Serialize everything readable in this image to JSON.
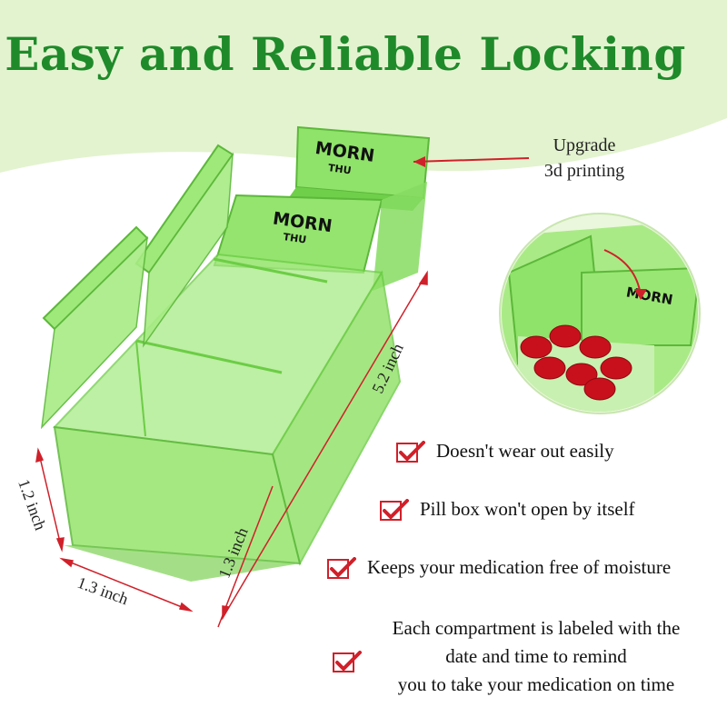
{
  "title": "Easy and Reliable Locking",
  "callout": {
    "line1": "Upgrade",
    "line2": "3d printing"
  },
  "lid_labels": {
    "main": "MORN",
    "sub": "THU"
  },
  "features": [
    "Doesn't wear out easily",
    "Pill box won't open by itself",
    "Keeps your medication free of moisture"
  ],
  "feature_multi": {
    "line1": "Each compartment is labeled with the",
    "line2": "date and time to remind",
    "line3": "you to take your medication on time"
  },
  "dimensions": {
    "length": "5.2 inch",
    "height": "1.2 inch",
    "width": "1.3 inch",
    "depth": "1.3 inch"
  },
  "colors": {
    "title": "#1f8a2a",
    "accent_red": "#d0202a",
    "box_green": "#7ee05a",
    "bg_green": "#e3f3cf"
  }
}
